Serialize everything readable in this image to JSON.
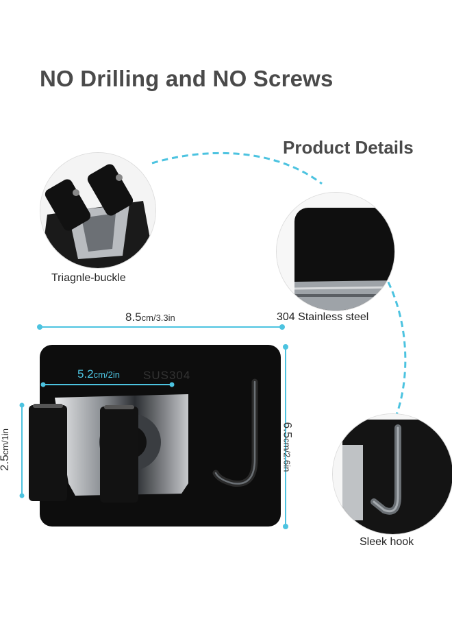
{
  "headline": "NO Drilling and NO Screws",
  "details_heading": "Product Details",
  "features": [
    {
      "label": "Triagnle-buckle"
    },
    {
      "label": "304 Stainless steel"
    },
    {
      "label": "Sleek hook"
    }
  ],
  "dimensions": {
    "width": {
      "value": "8.5",
      "unit": "cm/3.3",
      "unit2": "in"
    },
    "height": {
      "value": "6.5",
      "unit": "cm/2.6",
      "unit2": "in"
    },
    "clamp_width": {
      "value": "5.2",
      "unit": "cm/2",
      "unit2": "in"
    },
    "clamp_height": {
      "value": "2.5",
      "unit": "cm/1",
      "unit2": "in"
    }
  },
  "engraving": "SUS304",
  "colors": {
    "accent": "#4cc3e0",
    "product": "#111111",
    "text": "#4a4a4a"
  }
}
